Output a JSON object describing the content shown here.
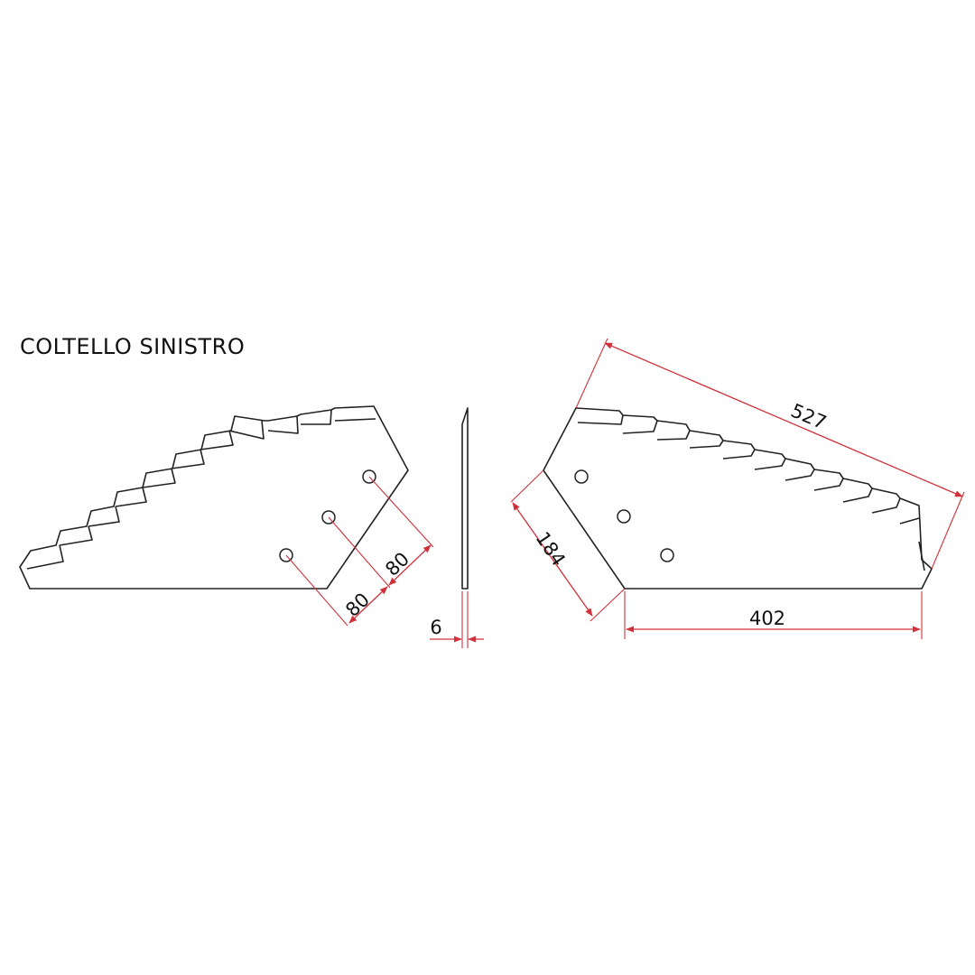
{
  "title": "COLTELLO SINISTRO",
  "dimensions": {
    "hole_spacing_a": "80",
    "hole_spacing_b": "80",
    "thickness": "6",
    "diagonal_length": "527",
    "side_length": "184",
    "base_length": "402"
  },
  "colors": {
    "outline": "#222222",
    "dimension": "#d0313a"
  }
}
